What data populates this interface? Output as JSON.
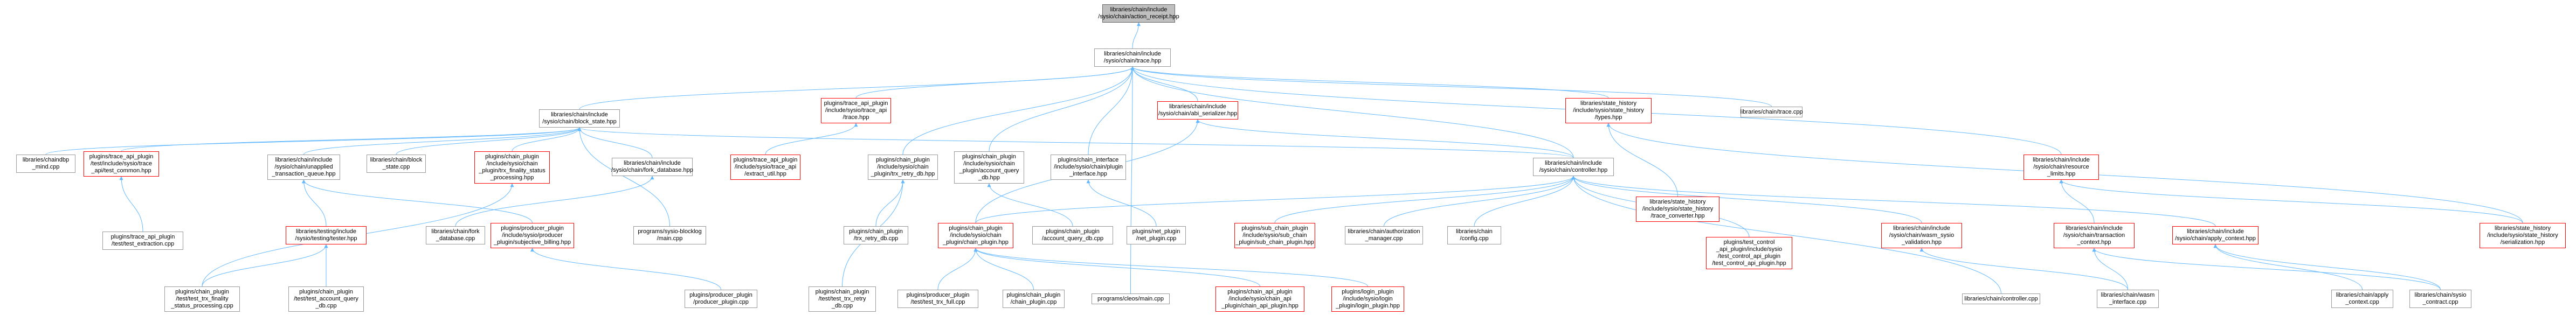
{
  "colors": {
    "root_fill": "#bfbfbf",
    "node_border": "#999999",
    "incomplete_border": "#ff0000",
    "edge": "#63b8ff",
    "background": "#ffffff"
  },
  "nodes": {
    "root": [
      "libraries/chain/include",
      "/sysio/chain/action_receipt.hpp"
    ],
    "trace": [
      "libraries/chain/include",
      "/sysio/chain/trace.hpp"
    ],
    "block_state": [
      "libraries/chain/include",
      "/sysio/chain/block_state.hpp"
    ],
    "trace_api_trace": [
      "plugins/trace_api_plugin",
      "/include/sysio/trace_api",
      "/trace.hpp"
    ],
    "abi_serializer": [
      "libraries/chain/include",
      "/sysio/chain/abi_serializer.hpp"
    ],
    "state_history_types": [
      "libraries/state_history",
      "/include/sysio/state_history",
      "/types.hpp"
    ],
    "trace_cpp": [
      "libraries/chain/trace.cpp"
    ],
    "chain_interface": [
      "plugins/chain_interface",
      "/include/sysio/chain/plugin",
      "_interface.hpp"
    ],
    "controller": [
      "libraries/chain/include",
      "/sysio/chain/controller.hpp"
    ],
    "resource_limits": [
      "libraries/chain/include",
      "/sysio/chain/resource",
      "_limits.hpp"
    ],
    "chaindb_mind": [
      "libraries/chaindbp",
      "_mind.cpp"
    ],
    "trace_api_common": [
      "plugins/trace_api_plugin",
      "/test/include/sysio/trace",
      "_api/test_common.hpp"
    ],
    "unapplied_tx_queue": [
      "libraries/chain/include",
      "/sysio/chain/unapplied",
      "_transaction_queue.hpp"
    ],
    "block_state_cpp": [
      "libraries/chain/block",
      "_state.cpp"
    ],
    "chain_plugin_finality": [
      "plugins/chain_plugin",
      "/include/sysio/chain",
      "_plugin/trx_finality_status",
      "_processing.hpp"
    ],
    "fork_database": [
      "libraries/chain/include",
      "/sysio/chain/fork_database.hpp"
    ],
    "trace_api_extract": [
      "plugins/trace_api_plugin",
      "/include/sysio/trace_api",
      "/extract_util.hpp"
    ],
    "trx_retry_db": [
      "plugins/chain_plugin",
      "/include/sysio/chain",
      "_plugin/trx_retry_db.hpp"
    ],
    "account_query_db": [
      "plugins/chain_plugin",
      "/include/sysio/chain",
      "_plugin/account_query",
      "_db.hpp"
    ],
    "state_history_converter": [
      "libraries/state_history",
      "/include/sysio/state_history",
      "/trace_converter.hpp"
    ],
    "trace_api_extraction": [
      "plugins/trace_api_plugin",
      "/test/test_extraction.cpp"
    ],
    "testing_tester": [
      "libraries/testing/include",
      "/sysio/testing/tester.hpp"
    ],
    "fork_database_cpp": [
      "libraries/chain/fork",
      "_database.cpp"
    ],
    "producer_subjective": [
      "plugins/producer_plugin",
      "/include/sysio/producer",
      "_plugin/subjective_billing.hpp"
    ],
    "sysio_blocklog": [
      "programs/sysio-blocklog",
      "/main.cpp"
    ],
    "trx_retry_db_cpp": [
      "plugins/chain_plugin",
      "/trx_retry_db.cpp"
    ],
    "chain_plugin_hpp": [
      "plugins/chain_plugin",
      "/include/sysio/chain",
      "_plugin/chain_plugin.hpp"
    ],
    "account_query_db_cpp": [
      "plugins/chain_plugin",
      "/account_query_db.cpp"
    ],
    "net_plugin": [
      "plugins/net_plugin",
      "/net_plugin.cpp"
    ],
    "sub_chain_plugin": [
      "plugins/sub_chain_plugin",
      "/include/sysio/sub_chain",
      "_plugin/sub_chain_plugin.hpp"
    ],
    "authorization_manager": [
      "libraries/chain/authorization",
      "_manager.cpp"
    ],
    "chain_config": [
      "libraries/chain",
      "/config.cpp"
    ],
    "test_control_api": [
      "plugins/test_control",
      "_api_plugin/include/sysio",
      "/test_control_api_plugin",
      "/test_control_api_plugin.hpp"
    ],
    "wasm_validation": [
      "libraries/chain/include",
      "/sysio/chain/wasm_sysio",
      "_validation.hpp"
    ],
    "transaction_context": [
      "libraries/chain/include",
      "/sysio/chain/transaction",
      "_context.hpp"
    ],
    "apply_context_hpp": [
      "libraries/chain/include",
      "/sysio/chain/apply_context.hpp"
    ],
    "serialization": [
      "libraries/state_history",
      "/include/sysio/state_history",
      "/serialization.hpp"
    ],
    "test_trx_finality": [
      "plugins/chain_plugin",
      "/test/test_trx_finality",
      "_status_processing.cpp"
    ],
    "test_account_query": [
      "plugins/chain_plugin",
      "/test/test_account_query",
      "_db.cpp"
    ],
    "producer_plugin_cpp": [
      "plugins/producer_plugin",
      "/producer_plugin.cpp"
    ],
    "test_trx_retry_db": [
      "plugins/chain_plugin",
      "/test/test_trx_retry",
      "_db.cpp"
    ],
    "test_trx_full": [
      "plugins/producer_plugin",
      "/test/test_trx_full.cpp"
    ],
    "chain_plugin_cpp": [
      "plugins/chain_plugin",
      "/chain_plugin.cpp"
    ],
    "cleos_main": [
      "programs/cleos/main.cpp"
    ],
    "chain_api_plugin": [
      "plugins/chain_api_plugin",
      "/include/sysio/chain_api",
      "_plugin/chain_api_plugin.hpp"
    ],
    "login_plugin": [
      "plugins/login_plugin",
      "/include/sysio/login",
      "_plugin/login_plugin.hpp"
    ],
    "controller_cpp": [
      "libraries/chain/controller.cpp"
    ],
    "wasm_interface": [
      "libraries/chain/wasm",
      "_interface.cpp"
    ],
    "apply_context_cpp": [
      "libraries/chain/apply",
      "_context.cpp"
    ],
    "sysio_contract": [
      "libraries/chain/sysio",
      "_contract.cpp"
    ]
  }
}
